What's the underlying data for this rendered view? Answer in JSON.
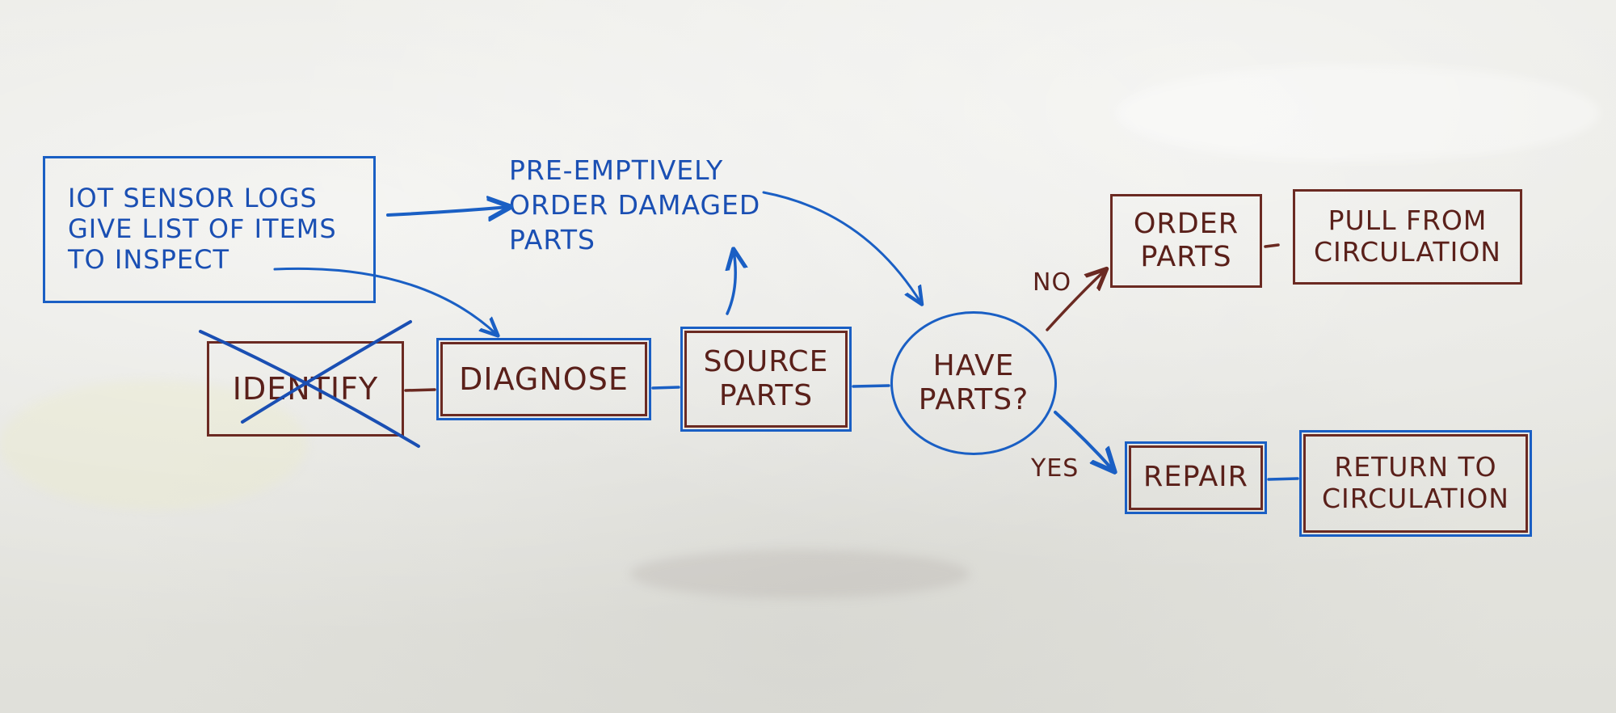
{
  "diagram": {
    "note_iot": "IOT SENSOR LOGS GIVE LIST OF ITEMS TO INSPECT",
    "note_preempt": "PRE-EMPTIVELY ORDER DAMAGED PARTS",
    "identify": "IDENTIFY",
    "diagnose": "DIAGNOSE",
    "source_parts": "SOURCE PARTS",
    "have_parts": "HAVE PARTS?",
    "order_parts": "ORDER PARTS",
    "pull_from_circulation": "PULL FROM CIRCULATION",
    "repair": "REPAIR",
    "return_to_circulation": "RETURN TO CIRCULATION",
    "label_no": "NO",
    "label_yes": "YES"
  },
  "colors": {
    "blue_marker": "#1a5fc4",
    "brown_marker": "#6b2a22",
    "whiteboard": "#e7e7e2"
  }
}
